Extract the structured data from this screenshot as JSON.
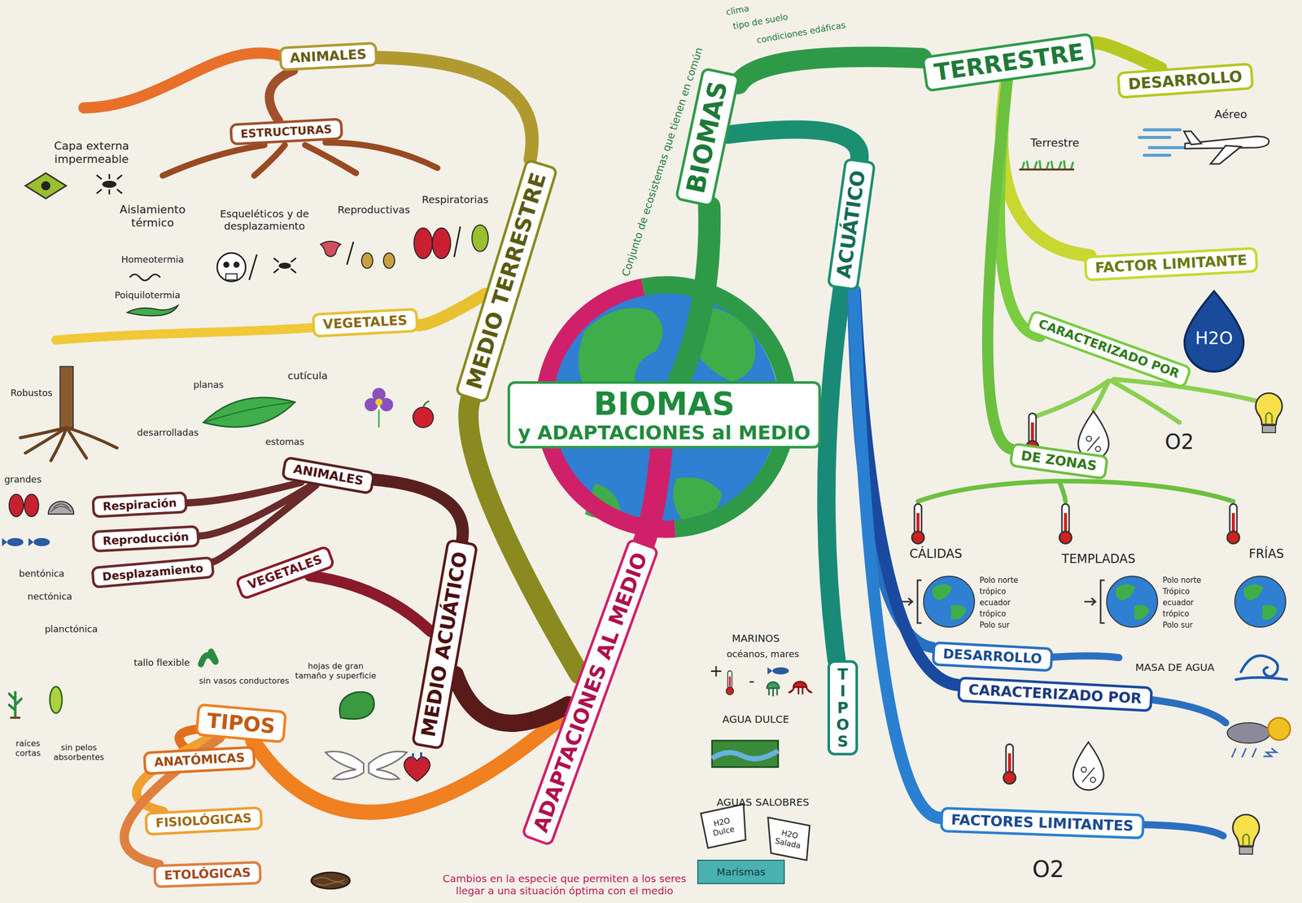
{
  "diagram": {
    "nodes": [
      {
        "text": [
          "BIOMAS",
          "y ADAPTACIONES al MEDIO"
        ]
      },
      {
        "text": [
          "BIOMAS"
        ]
      },
      {
        "text": [
          "TERRESTRE"
        ]
      },
      {
        "text": [
          "DESARROLLO"
        ]
      },
      {
        "text": [
          "FACTOR LIMITANTE"
        ]
      },
      {
        "text": [
          "CARACTERIZADO POR"
        ]
      },
      {
        "text": [
          "DE ZONAS"
        ]
      },
      {
        "text": [
          "ACUÁTICO"
        ]
      },
      {
        "text": [
          "TIPOS"
        ]
      },
      {
        "text": [
          "DESARROLLO"
        ]
      },
      {
        "text": [
          "CARACTERIZADO POR"
        ]
      },
      {
        "text": [
          "FACTORES LIMITANTES"
        ]
      },
      {
        "text": [
          "ADAPTACIONES AL MEDIO"
        ]
      },
      {
        "text": [
          "TIPOS"
        ]
      },
      {
        "text": [
          "ANATÓMICAS"
        ]
      },
      {
        "text": [
          "FISIOLÓGICAS"
        ]
      },
      {
        "text": [
          "ETOLÓGICAS"
        ]
      },
      {
        "text": [
          "MEDIO ACUÁTICO"
        ]
      },
      {
        "text": [
          "ANIMALES"
        ]
      },
      {
        "text": [
          "Respiración"
        ]
      },
      {
        "text": [
          "Reproducción"
        ]
      },
      {
        "text": [
          "Desplazamiento"
        ]
      },
      {
        "text": [
          "VEGETALES"
        ]
      },
      {
        "text": [
          "MEDIO TERRESTRE"
        ]
      },
      {
        "text": [
          "ANIMALES"
        ]
      },
      {
        "text": [
          "ESTRUCTURAS"
        ]
      },
      {
        "text": [
          "VEGETALES"
        ]
      }
    ],
    "edges": [
      {
        "from": 0,
        "to": 1,
        "arrow": "none"
      },
      {
        "from": 1,
        "to": 2,
        "arrow": "none"
      },
      {
        "from": 2,
        "to": 3,
        "arrow": "none"
      },
      {
        "from": 2,
        "to": 4,
        "arrow": "none"
      },
      {
        "from": 2,
        "to": 5,
        "arrow": "none"
      },
      {
        "from": 2,
        "to": 6,
        "arrow": "none"
      },
      {
        "from": 1,
        "to": 7,
        "arrow": "none"
      },
      {
        "from": 7,
        "to": 8,
        "arrow": "none"
      },
      {
        "from": 7,
        "to": 9,
        "arrow": "none"
      },
      {
        "from": 7,
        "to": 10,
        "arrow": "none"
      },
      {
        "from": 7,
        "to": 11,
        "arrow": "none"
      },
      {
        "from": 0,
        "to": 12,
        "arrow": "none"
      },
      {
        "from": 12,
        "to": 13,
        "arrow": "none"
      },
      {
        "from": 13,
        "to": 14,
        "arrow": "none"
      },
      {
        "from": 13,
        "to": 15,
        "arrow": "none"
      },
      {
        "from": 13,
        "to": 16,
        "arrow": "none"
      },
      {
        "from": 12,
        "to": 17,
        "arrow": "none"
      },
      {
        "from": 17,
        "to": 18,
        "arrow": "none"
      },
      {
        "from": 18,
        "to": 19,
        "arrow": "none"
      },
      {
        "from": 18,
        "to": 20,
        "arrow": "none"
      },
      {
        "from": 18,
        "to": 21,
        "arrow": "none"
      },
      {
        "from": 17,
        "to": 22,
        "arrow": "none"
      },
      {
        "from": 12,
        "to": 23,
        "arrow": "none"
      },
      {
        "from": 23,
        "to": 24,
        "arrow": "none"
      },
      {
        "from": 24,
        "to": 25,
        "arrow": "none"
      },
      {
        "from": 23,
        "to": 26,
        "arrow": "none"
      }
    ],
    "labels": [
      "Conjunto de ecosistemas que tienen en común",
      "clima",
      "tipo de suelo",
      "condiciones edáficas",
      "Terrestre",
      "Aéreo",
      "H2O",
      "O2",
      "CÁLIDAS",
      "TEMPLADAS",
      "FRÍAS",
      "Polo norte",
      "trópico",
      "ecuador",
      "trópico",
      "Polo sur",
      "Polo norte",
      "Trópico",
      "ecuador",
      "trópico",
      "Polo sur",
      "MASA DE AGUA",
      "O2",
      "MARINOS",
      "océanos, mares",
      "+",
      "-",
      "AGUA DULCE",
      "AGUAS SALOBRES",
      "H2O Dulce",
      "H2O Salada",
      "Marismas",
      "Cambios en la especie que permiten a los seres llegar a una situación óptima con el medio",
      "Capa externa impermeable",
      "Aislamiento térmico",
      "Homeotermia",
      "Poiquilotermia",
      "Esqueléticos y de desplazamiento",
      "Reproductivas",
      "Respiratorias",
      "Robustos",
      "desarrolladas",
      "planas",
      "cutícula",
      "estomas",
      "grandes",
      "bentónica",
      "nectónica",
      "planctónica",
      "tallo flexible",
      "sin vasos conductores",
      "hojas de gran tamaño y superficie",
      "raíces cortas",
      "sin pelos absorbentes"
    ]
  }
}
